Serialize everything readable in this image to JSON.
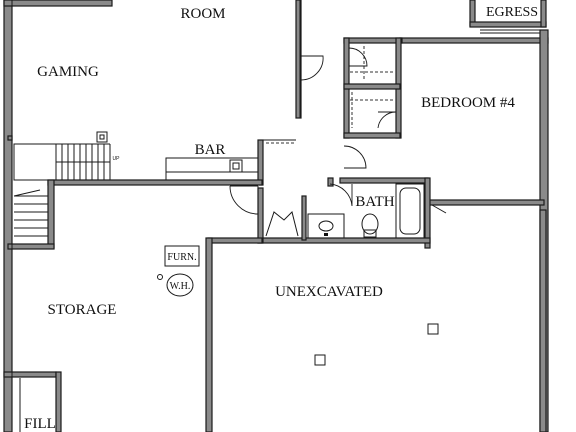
{
  "rooms": {
    "room": "ROOM",
    "gaming": "GAMING",
    "egress": "EGRESS",
    "bedroom4": "BEDROOM #4",
    "bar": "BAR",
    "bath": "BATH",
    "furn": "FURN.",
    "wh": "W.H.",
    "storage": "STORAGE",
    "unexcavated": "UNEXCAVATED",
    "fill": "FILL"
  },
  "annotations": {
    "stair_up": "UP"
  }
}
